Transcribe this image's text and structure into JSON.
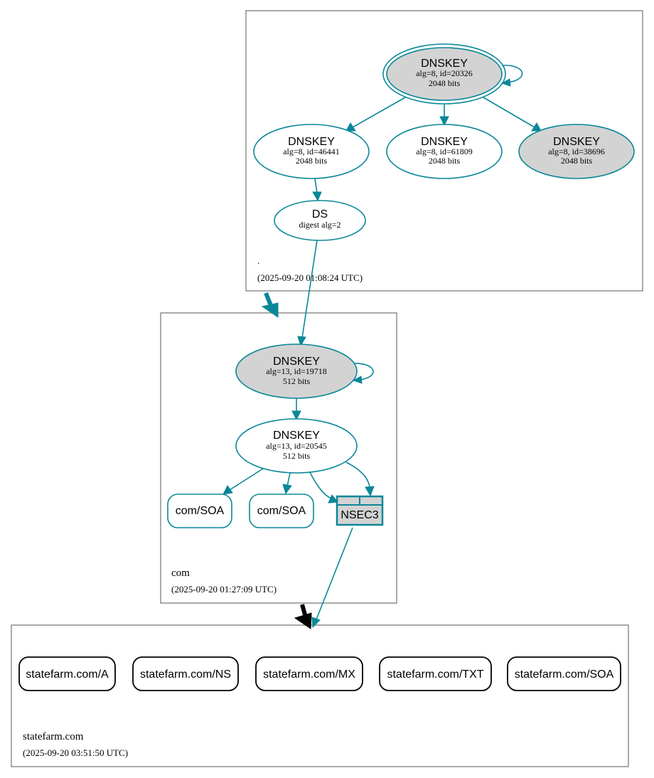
{
  "zones": {
    "root": {
      "name": ".",
      "timestamp": "(2025-09-20 01:08:24 UTC)"
    },
    "com": {
      "name": "com",
      "timestamp": "(2025-09-20 01:27:09 UTC)"
    },
    "statefarm": {
      "name": "statefarm.com",
      "timestamp": "(2025-09-20 03:51:50 UTC)"
    }
  },
  "root_nodes": {
    "ksk_20326": {
      "title": "DNSKEY",
      "line1": "alg=8, id=20326",
      "line2": "2048 bits"
    },
    "zsk_46441": {
      "title": "DNSKEY",
      "line1": "alg=8, id=46441",
      "line2": "2048 bits"
    },
    "zsk_61809": {
      "title": "DNSKEY",
      "line1": "alg=8, id=61809",
      "line2": "2048 bits"
    },
    "ksk_38696": {
      "title": "DNSKEY",
      "line1": "alg=8, id=38696",
      "line2": "2048 bits"
    },
    "ds": {
      "title": "DS",
      "line1": "digest alg=2"
    }
  },
  "com_nodes": {
    "ksk_19718": {
      "title": "DNSKEY",
      "line1": "alg=13, id=19718",
      "line2": "512 bits"
    },
    "zsk_20545": {
      "title": "DNSKEY",
      "line1": "alg=13, id=20545",
      "line2": "512 bits"
    },
    "soa_1": "com/SOA",
    "soa_2": "com/SOA",
    "nsec3": "NSEC3"
  },
  "statefarm_records": [
    "statefarm.com/A",
    "statefarm.com/NS",
    "statefarm.com/MX",
    "statefarm.com/TXT",
    "statefarm.com/SOA"
  ],
  "colors": {
    "edge": "#0a8799",
    "ksk_fill": "#d3d3d3",
    "zone_border": "#555555",
    "delegation_arrow_secure": "#0a8799",
    "delegation_arrow_insecure": "#000000"
  }
}
